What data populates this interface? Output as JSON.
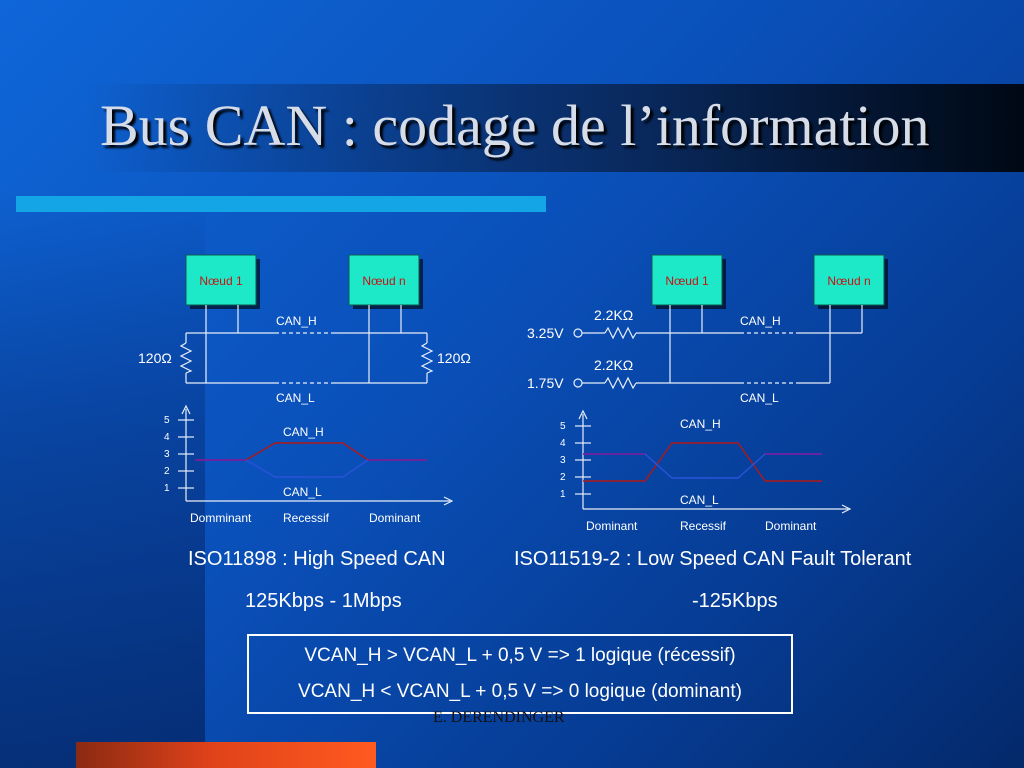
{
  "slide": {
    "title": "Bus CAN : codage de l’information",
    "author": "E. DERENDINGER"
  },
  "left_diagram": {
    "node_1": "Nœud 1",
    "node_n": "Nœud n",
    "can_h": "CAN_H",
    "can_l": "CAN_L",
    "resistor_left": "120Ω",
    "resistor_right": "120Ω",
    "y_ticks": [
      "5",
      "4",
      "3",
      "2",
      "1"
    ],
    "wave_can_h": "CAN_H",
    "wave_can_l": "CAN_L",
    "states": [
      "Domminant",
      "Recessif",
      "Dominant"
    ],
    "caption_line1": "ISO11898 : High Speed CAN",
    "caption_line2": "125Kbps - 1Mbps"
  },
  "right_diagram": {
    "node_1": "Nœud 1",
    "node_n": "Nœud n",
    "can_h": "CAN_H",
    "can_l": "CAN_L",
    "pullup_resistor": "2.2KΩ",
    "pulldown_resistor": "2.2KΩ",
    "pullup_voltage": "3.25V",
    "pulldown_voltage": "1.75V",
    "y_ticks": [
      "5",
      "4",
      "3",
      "2",
      "1"
    ],
    "wave_can_h": "CAN_H",
    "wave_can_l": "CAN_L",
    "states": [
      "Dominant",
      "Recessif",
      "Dominant"
    ],
    "caption_line1": "ISO11519-2 : Low Speed CAN Fault Tolerant",
    "caption_line2": "-125Kbps"
  },
  "logic_rules": [
    "VCAN_H > VCAN_L + 0,5 V => 1 logique (récessif)",
    "VCAN_H < VCAN_L + 0,5 V => 0 logique (dominant)"
  ],
  "colors": {
    "node_fill": "#1de9c8",
    "node_text": "#cc1111",
    "can_h_trace": "#b01818",
    "can_l_trace": "#2a52d8",
    "recessive_trace": "#7a1a9a",
    "accent": "#13a5e6"
  }
}
